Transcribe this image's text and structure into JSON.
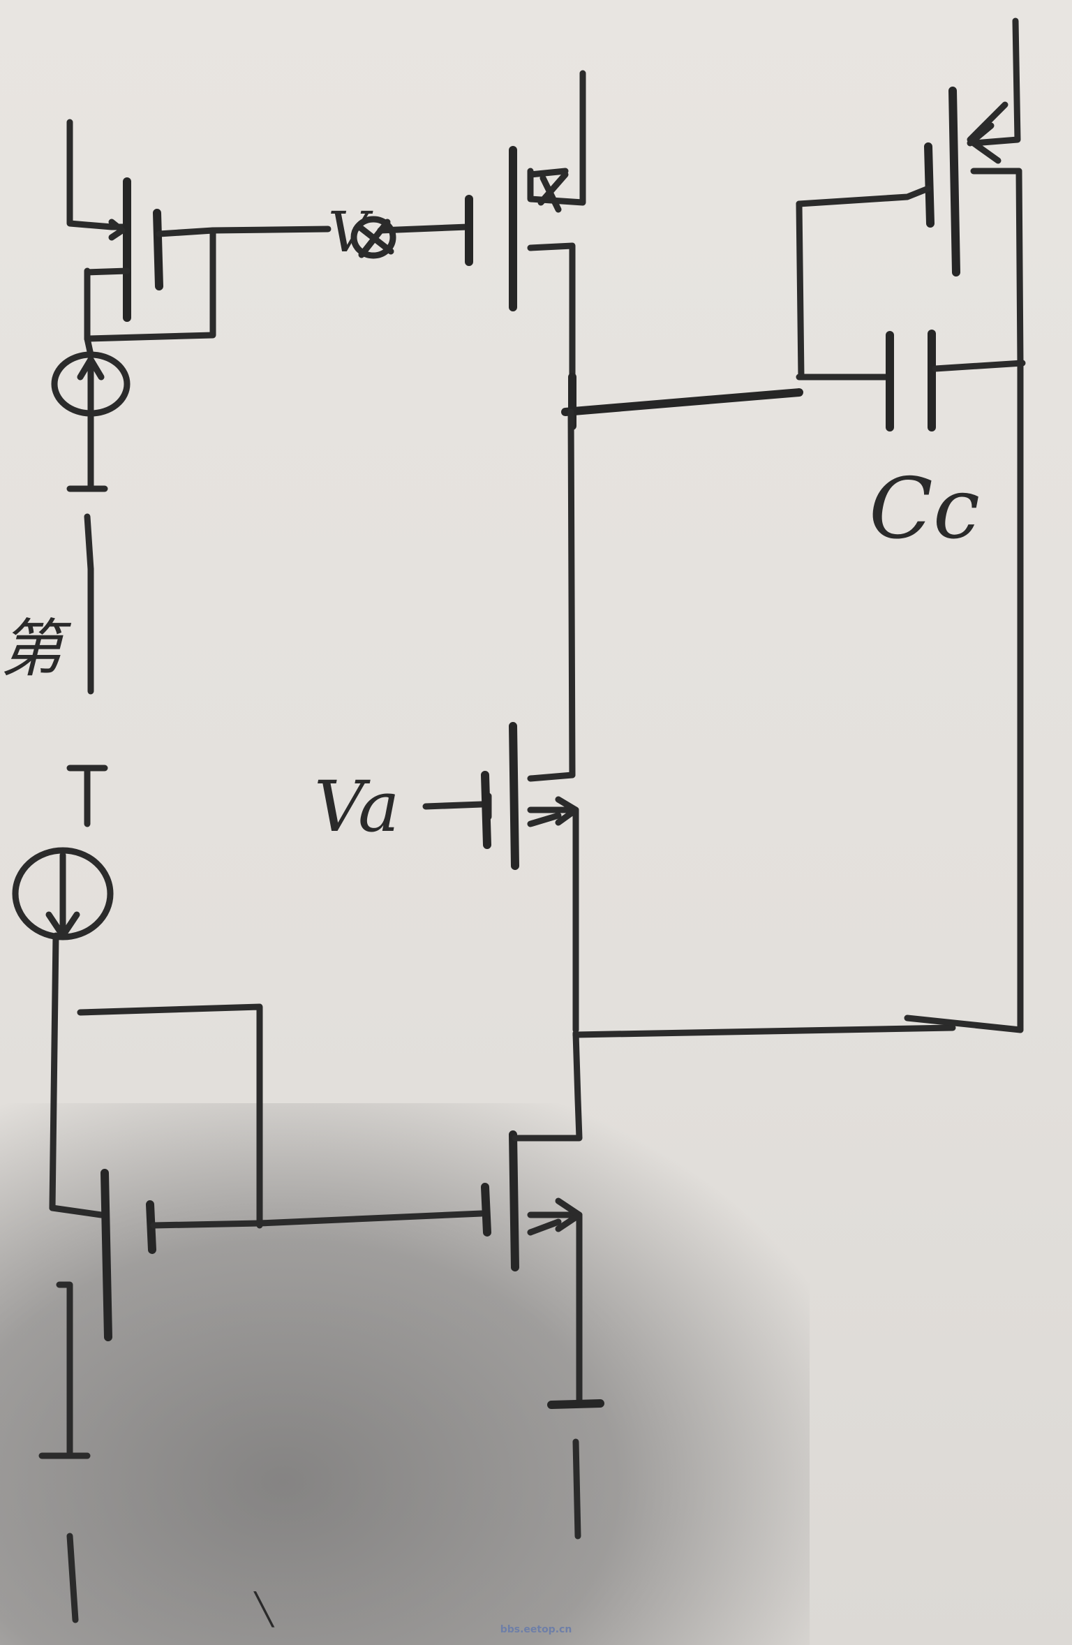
{
  "diagram": {
    "labels": {
      "cc": "Cc",
      "va": "Va",
      "v_gate": "V",
      "side_mark": "第",
      "bottom_mark": "╲"
    },
    "ink_color": "#2b2b2b",
    "paper_color": "#e6e3df"
  },
  "watermark": {
    "text": "bbs.eetop.cn"
  }
}
